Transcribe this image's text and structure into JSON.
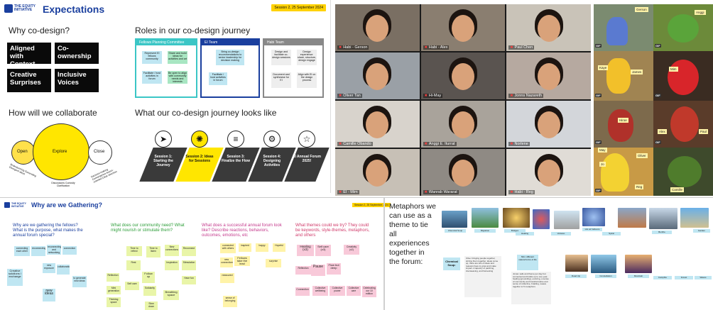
{
  "slide1": {
    "logo": "THE EQUITY INITIATIVE",
    "title": "Expectations",
    "session": "Session 2, 25 September 2024",
    "why_heading": "Why co-design?",
    "why_blocks": [
      "Aligned with Context",
      "Co-ownership",
      "Creative Surprises",
      "Inclusive Voices"
    ],
    "roles_heading": "Roles in our co-design journey",
    "roles": [
      {
        "name": "Fellows Planning Committee",
        "color": "#3bc6c6",
        "notes": [
          "Represent EI fellows community",
          "Share and build ideas for activities and art",
          "Facilitate / host activities in forum",
          "Be open to align with community needs and interests"
        ]
      },
      {
        "name": "EI Team",
        "color": "#1a3f9e",
        "notes": [
          "Bring co-design recommendations to senior leadership for decision making",
          "Facilitate / host activities in forum"
        ]
      },
      {
        "name": "Habi Team",
        "color": "#888888",
        "notes": [
          "Design and facilitate co-design sessions",
          "Design experience: share, structure, design engage",
          "Document and synthesise for EI",
          "Align with EI on the design process"
        ]
      }
    ],
    "collab_heading": "How will we collaborate",
    "venn": {
      "open": "Open",
      "explore": "Explore",
      "close": "Close",
      "left_caption": "Brainstorming Generating Divergent ideas",
      "mid_caption": "Discussions Curiosity Clarification",
      "right_caption": "Decision-making Convergence Action-oriented Clear direction"
    },
    "journey_heading": "What our co-design journey looks like",
    "journey": [
      {
        "label": "Session 1: Starting the Journey",
        "icon": "paper-plane-icon",
        "glyph": "➤"
      },
      {
        "label": "Session 2: Ideas for Sessions",
        "icon": "lightbulb-icon",
        "glyph": "✺"
      },
      {
        "label": "Session 3: Finalize the Flow",
        "icon": "document-icon",
        "glyph": "≡"
      },
      {
        "label": "Session 4: Designing Activities",
        "icon": "gear-icon",
        "glyph": "⚙"
      },
      {
        "label": "EI Annual Forum 2025!",
        "icon": "star-icon",
        "glyph": "☆"
      }
    ]
  },
  "video": {
    "participants": [
      {
        "name": "Habi - Gerson",
        "bg": "#7a6f63"
      },
      {
        "name": "Habi - Alex",
        "bg": "#8a7e70"
      },
      {
        "name": "Paul Chen",
        "bg": "#c9c3b8"
      },
      {
        "name": "Oliver Tan",
        "bg": "#9aa0a6"
      },
      {
        "name": "Hi-May",
        "bg": "#5a5450"
      },
      {
        "name": "Jonns Nazareth",
        "bg": "#b6a9a0"
      },
      {
        "name": "Camille Obando",
        "bg": "#d8d3cc"
      },
      {
        "name": "Anggi E. Iturrat",
        "bg": "#a9a39b"
      },
      {
        "name": "Norlene",
        "bg": "#d3d6da"
      },
      {
        "name": "EI - Mim",
        "bg": "#c7c0b6"
      },
      {
        "name": "Wanrab Wararat",
        "bg": "#8f8a84"
      },
      {
        "name": "Habi - Reg",
        "bg": "#e0dcd6"
      }
    ]
  },
  "sesame": {
    "notes": [
      "Gerson",
      "Anggi",
      "Kaye",
      "James",
      "Mim",
      "Hiroe",
      "Alex",
      "Paul",
      "May",
      "Oliver",
      "Jo",
      "Reg",
      "Camille"
    ],
    "gif": "GIF"
  },
  "bottom": {
    "logo": "THE EQUITY INITIATIVE",
    "title": "Why are we Gathering?",
    "session": "Session 2, 25 September 2024",
    "q1": "Why are we gathering the fellows? What is the purpose, what makes the annual forum special?",
    "q2": "What does our community need? What might nourish or stimulate them?",
    "q3": "What does a successful annual forum look like? Describe reactions, behaviors, outcomes, emotions, etc",
    "q4": "What themes could we try? They could be keywords, style-themes, metaphors, and others",
    "q1_notes": [
      "connecting each other",
      "reconnecting",
      "reconnecting and networking",
      "connection",
      "Creative solutions / exchange",
      "new ideas",
      "new exposure",
      "to generate new ideas",
      "collaborations"
    ],
    "q2_notes": [
      "Reflection",
      "Follow up",
      "Self care",
      "Breathing space",
      "Thinking space",
      "Time to reflect",
      "New connections",
      "Mini generation",
      "Reconnect",
      "Rest",
      "Solidarity",
      "Stimulation",
      "Inspiration",
      "Slow down",
      "Time to listen",
      "Have fun"
    ],
    "q3_notes": [
      "Fellows take the lead",
      "connected with others",
      "surprise",
      "new connections",
      "inspired",
      "happy",
      "Hopeful",
      "reassured",
      "sense of belonging"
    ],
    "q4_notes": [
      "Healing (x3)",
      "Self care (x3)",
      "Creativity (x2)",
      "Reflection",
      "Pause",
      "Flow but deep",
      "Connection",
      "Collective wellbeing",
      "Collective power",
      "Collective care",
      "Celebrating our 10 edition"
    ],
    "metaphor_text": "Metaphors we can use as a theme to tie all experiences together in the forum:",
    "metaphor_labels": [
      "Chemical Soup",
      "Migration",
      "Bridges",
      "Healing",
      "Volcano",
      "Hot air balloons",
      "Spiral",
      "Bonfire",
      "Garden",
      "Road trip",
      "Constellation",
      "Mountain",
      "Campfire",
      "Forest",
      "Waves"
    ],
    "metaphor_notes": [
      "Chemical Soup:",
      "Clive: bringing people together, stirring them together, ideas come up, there are lots of ideas and reasons have to grow and make impact. A tapestry of patching, interweaving, and harvesting",
      "Mim: different natural forms of life",
      "Jonas: sails and theme per day but connected and builds up to one year-healing (grounding), evolving, a sense of community and transformative and sense of collective, braiding, weave together to 5 metaphors"
    ]
  }
}
